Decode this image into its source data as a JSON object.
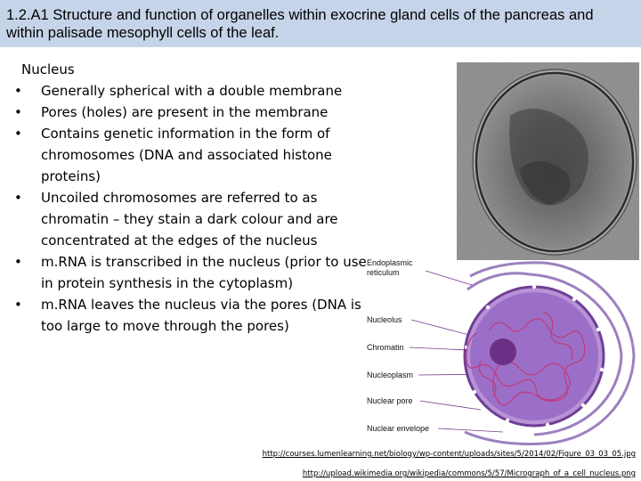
{
  "slide": {
    "title": "1.2.A1 Structure and function of organelles within exocrine gland cells of the pancreas and within palisade mesophyll cells of the leaf."
  },
  "content": {
    "heading": "Nucleus",
    "bullets": [
      "Generally spherical with a double membrane",
      "Pores (holes) are present in the membrane",
      "Contains genetic information in the form of chromosomes (DNA and associated histone proteins)",
      "Uncoiled chromosomes are referred to as chromatin – they stain a dark colour and are concentrated at the edges of the nucleus",
      "m.RNA is transcribed in the nucleus (prior to use in protein synthesis in the cytoplasm)",
      "m.RNA leaves the nucleus via the pores (DNA is too large to move through the pores)"
    ],
    "bullet_symbol": "•"
  },
  "diagram": {
    "labels": {
      "er": [
        "Endoplasmic",
        "reticulum"
      ],
      "nucleolus": "Nucleolus",
      "chromatin": "Chromatin",
      "nucleoplasm": "Nucleoplasm",
      "nuclear_pore": "Nuclear pore",
      "nuclear_envelope": "Nuclear envelope"
    }
  },
  "sources": [
    "http://courses.lumenlearning.net/biology/wp-content/uploads/sites/5/2014/02/Figure_03_03_05.jpg",
    "http://upload.wikimedia.org/wikipedia/commons/5/57/Micrograph_of_a_cell_nucleus.png"
  ],
  "colors": {
    "title_bar": "#c6d4e9",
    "er": "#8b6bb5",
    "nucleoplasm": "#9b6fc8",
    "nucleolus": "#6b2f86",
    "chromatin": "#c03a7a"
  }
}
